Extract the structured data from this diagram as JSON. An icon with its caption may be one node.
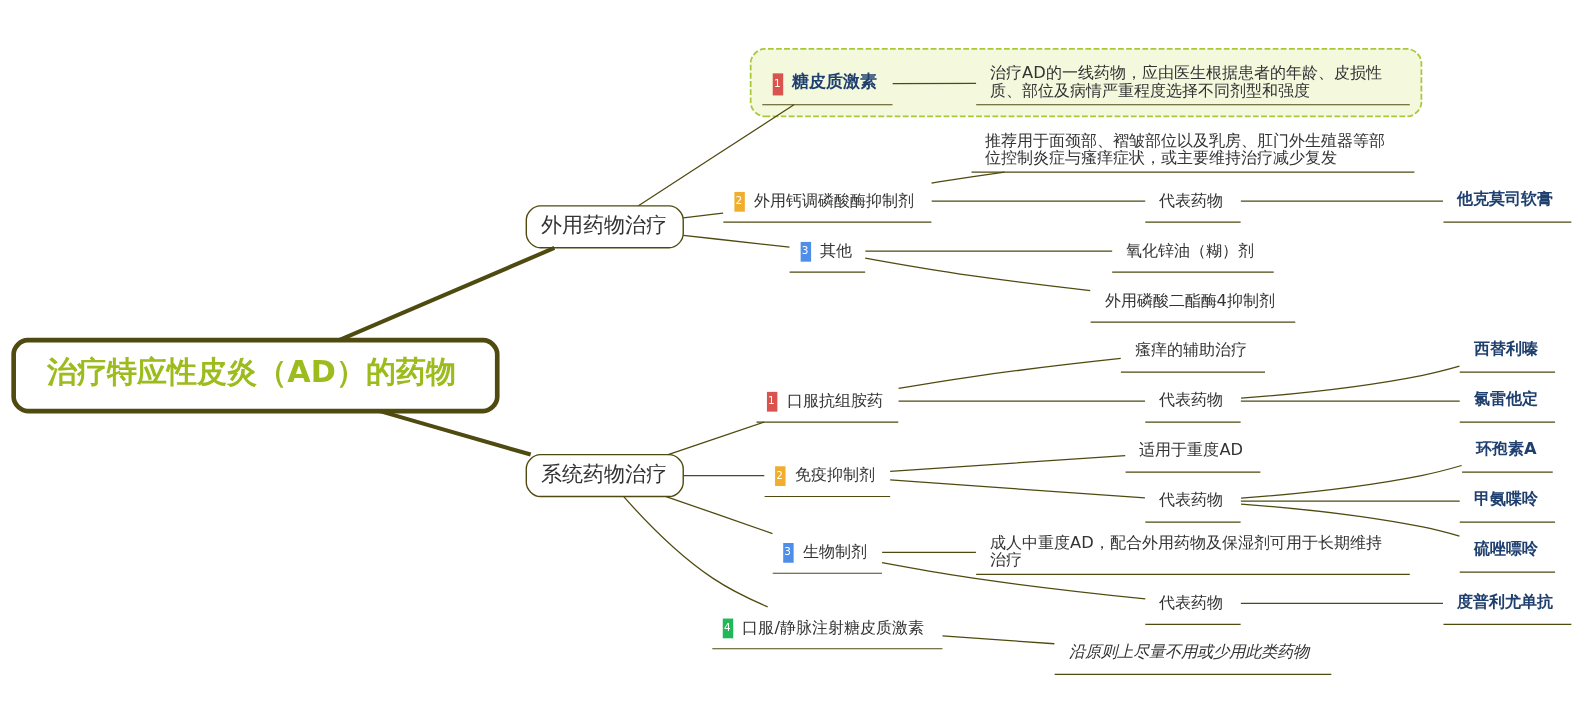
{
  "diagram": {
    "nodes": [
      {
        "text": [
          "治疗特应性皮炎（AD）的药物"
        ]
      },
      {
        "text": [
          "外用药物治疗"
        ]
      },
      {
        "text": [],
        "shape": "box"
      },
      {
        "text": [
          "1",
          "糖皮质激素"
        ],
        "in": 2
      },
      {
        "text": [
          "治疗AD的一线药物，应由医生根据患者的年龄、皮损性质、部位及病情严重程度选择不同剂型和强度"
        ],
        "in": 2
      },
      {
        "text": [
          "2",
          "外用钙调磷酸酶抑制剂"
        ]
      },
      {
        "text": [
          "推荐用于面颈部、褶皱部位以及乳房、肛门外生殖器等部位控制炎症与瘙痒症状，或主要维持治疗减少复发"
        ]
      },
      {
        "text": [
          "代表药物"
        ]
      },
      {
        "text": [
          "他克莫司软膏"
        ]
      },
      {
        "text": [
          "3",
          "其他"
        ]
      },
      {
        "text": [
          "氧化锌油（糊）剂"
        ]
      },
      {
        "text": [
          "外用磷酸二酯酶4抑制剂"
        ]
      },
      {
        "text": [
          "系统药物治疗"
        ]
      },
      {
        "text": [
          "1",
          "口服抗组胺药"
        ]
      },
      {
        "text": [
          "瘙痒的辅助治疗"
        ]
      },
      {
        "text": [
          "代表药物"
        ]
      },
      {
        "text": [
          "西替利嗪"
        ]
      },
      {
        "text": [
          "氯雷他定"
        ]
      },
      {
        "text": [
          "2",
          "免疫抑制剂"
        ]
      },
      {
        "text": [
          "适用于重度AD"
        ]
      },
      {
        "text": [
          "代表药物"
        ]
      },
      {
        "text": [
          "环孢素A"
        ]
      },
      {
        "text": [
          "甲氨喋呤"
        ]
      },
      {
        "text": [
          "硫唑嘌呤"
        ]
      },
      {
        "text": [
          "3",
          "生物制剂"
        ]
      },
      {
        "text": [
          "成人中重度AD，配合外用药物及保湿剂可用于长期维持治疗"
        ]
      },
      {
        "text": [
          "代表药物"
        ]
      },
      {
        "text": [
          "度普利尤单抗"
        ]
      },
      {
        "text": [
          "4",
          "口服/静脉注射糖皮质激素"
        ]
      },
      {
        "text": [
          "沿原则上尽量不用或少用此类药物"
        ]
      }
    ],
    "edges": [
      {
        "from": 0,
        "to": 1,
        "arrow": "none",
        "style": "thick"
      },
      {
        "from": 1,
        "to": 3,
        "arrow": "none"
      },
      {
        "from": 3,
        "to": 4,
        "arrow": "none"
      },
      {
        "from": 1,
        "to": 5,
        "arrow": "none"
      },
      {
        "from": 5,
        "to": 6,
        "arrow": "none"
      },
      {
        "from": 5,
        "to": 7,
        "arrow": "none"
      },
      {
        "from": 7,
        "to": 8,
        "arrow": "none"
      },
      {
        "from": 1,
        "to": 9,
        "arrow": "none"
      },
      {
        "from": 9,
        "to": 10,
        "arrow": "none"
      },
      {
        "from": 9,
        "to": 11,
        "arrow": "none"
      },
      {
        "from": 0,
        "to": 12,
        "arrow": "none",
        "style": "thick"
      },
      {
        "from": 12,
        "to": 13,
        "arrow": "none"
      },
      {
        "from": 13,
        "to": 14,
        "arrow": "none"
      },
      {
        "from": 13,
        "to": 15,
        "arrow": "none"
      },
      {
        "from": 15,
        "to": 16,
        "arrow": "none"
      },
      {
        "from": 15,
        "to": 17,
        "arrow": "none"
      },
      {
        "from": 12,
        "to": 18,
        "arrow": "none"
      },
      {
        "from": 18,
        "to": 19,
        "arrow": "none"
      },
      {
        "from": 18,
        "to": 20,
        "arrow": "none"
      },
      {
        "from": 20,
        "to": 21,
        "arrow": "none"
      },
      {
        "from": 20,
        "to": 22,
        "arrow": "none"
      },
      {
        "from": 20,
        "to": 23,
        "arrow": "none"
      },
      {
        "from": 12,
        "to": 24,
        "arrow": "none"
      },
      {
        "from": 24,
        "to": 25,
        "arrow": "none"
      },
      {
        "from": 24,
        "to": 26,
        "arrow": "none"
      },
      {
        "from": 26,
        "to": 27,
        "arrow": "none"
      },
      {
        "from": 12,
        "to": 28,
        "arrow": "none"
      },
      {
        "from": 28,
        "to": 29,
        "arrow": "none"
      }
    ]
  }
}
